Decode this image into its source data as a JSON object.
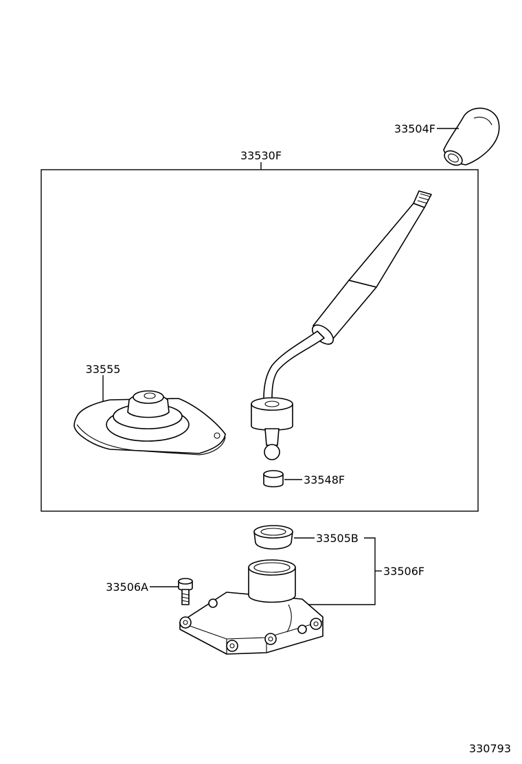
{
  "parts": {
    "knob": "33504F",
    "lever_assy": "33530F",
    "boot": "33555",
    "bushing": "33548F",
    "seat": "33505B",
    "housing": "33506F",
    "bolt": "33506A"
  },
  "footer_code": "330793"
}
